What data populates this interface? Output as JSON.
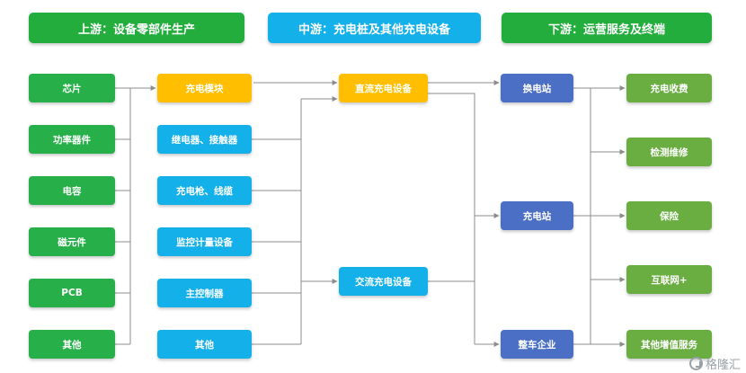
{
  "headers": {
    "upstream": "上游：设备零部件生产",
    "midstream": "中游：充电桩及其他充电设备",
    "downstream": "下游：运营服务及终端"
  },
  "components": [
    "芯片",
    "功率器件",
    "电容",
    "磁元件",
    "PCB",
    "其他"
  ],
  "modules": [
    "充电模块",
    "继电器、接触器",
    "充电枪、线缆",
    "监控计量设备",
    "主控制器",
    "其他"
  ],
  "equipment": [
    "直流充电设备",
    "交流充电设备"
  ],
  "operators": [
    "换电站",
    "充电站",
    "整车企业"
  ],
  "services": [
    "充电收费",
    "检测维修",
    "保险",
    "互联网+",
    "其他增值服务"
  ],
  "watermark": "格隆汇",
  "colors": {
    "header_green": "#22ad3c",
    "header_blue": "#14b0ea",
    "component_green": "#27b04a",
    "module_yellow": "#ffbf00",
    "module_blue": "#14b0ea",
    "operator_navy": "#4a6fc4",
    "service_olive": "#6aad41",
    "connector_gray": "#8c8c8c"
  }
}
